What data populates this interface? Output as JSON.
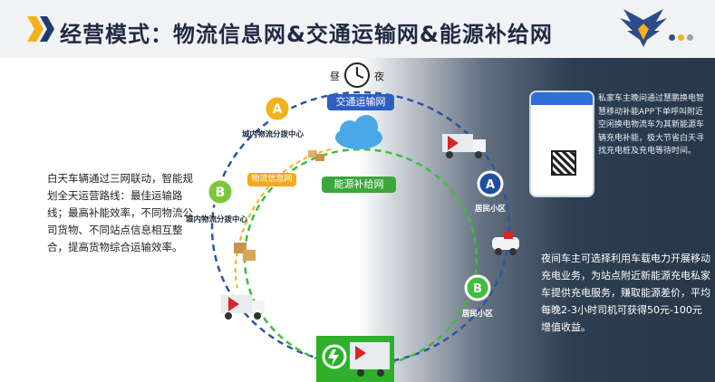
{
  "header": {
    "title": "经营模式：物流信息网&交通运输网&能源补给网",
    "accent_colors": [
      "#f2b21a",
      "#1f3a6e"
    ],
    "dot_colors": [
      "#2f4f8c",
      "#f2b21a",
      "#9aa3ad"
    ]
  },
  "clock": {
    "day_label": "昼",
    "night_label": "夜",
    "icon": "clock-icon"
  },
  "networks": {
    "traffic": "交通运输网",
    "energy": "能源补给网",
    "info": "物流信息网"
  },
  "nodes": {
    "center_a": {
      "letter": "A",
      "label": "城内物流分拨中心"
    },
    "center_b": {
      "letter": "B",
      "label": "城内物流分拨中心"
    },
    "resident_a": {
      "letter": "A",
      "label": "居民小区"
    },
    "resident_b": {
      "letter": "B",
      "label": "居民小区"
    }
  },
  "texts": {
    "day_desc": "白天车辆通过三网联动，智能规划全天运营路线：最佳运输路线；最高补能效率，不同物流公司货物、不同站点信息相互整合，提高货物综合运输效率。",
    "night_app": "私家车主晚间通过慧鹏换电智慧移动补能APP下单呼叫附近空闲换电物流车为其新能源车辆充电补能，极大节省白天寻找充电桩及充电等待时间。",
    "night_desc": "夜间车主可选择利用车载电力开展移动充电业务，为站点附近新能源充电私家车提供充电服务，赚取能源差价，平均每晚2-3小时司机可获得50元-100元增值收益。"
  },
  "colors": {
    "blue_ring": "#2a56a8",
    "green_ring": "#3cbf3a",
    "yellow_ring": "#f2b21a",
    "night_bg": "#2d3e52",
    "truck_red": "#d8262c"
  },
  "icons": [
    "clock-icon",
    "cloud-icon",
    "truck-icon",
    "charging-station-icon",
    "phone-app-icon",
    "qr-code-icon",
    "location-pin-icon",
    "car-icon",
    "eagle-logo-icon"
  ]
}
